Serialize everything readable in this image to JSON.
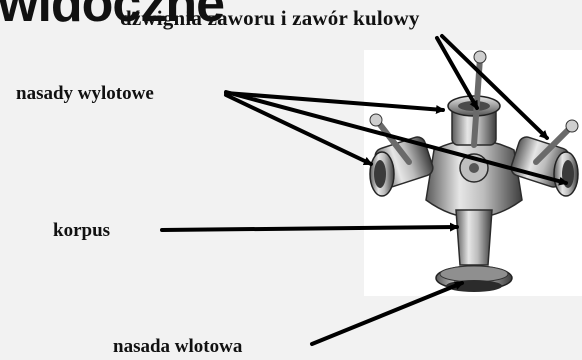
{
  "heading": {
    "text": "widoczne"
  },
  "labels": {
    "valve_lever": "dźwignia zaworu i zawór kulowy",
    "outlets": "nasady wylotowe",
    "body": "korpus",
    "inlet": "nasada wlotowa"
  },
  "colors": {
    "background": "#f2f2f2",
    "photo_background": "#ffffff",
    "text": "#111111",
    "arrow": "#000000",
    "metal_light": "#d9d9d9",
    "metal_dark": "#4a4a4a"
  }
}
